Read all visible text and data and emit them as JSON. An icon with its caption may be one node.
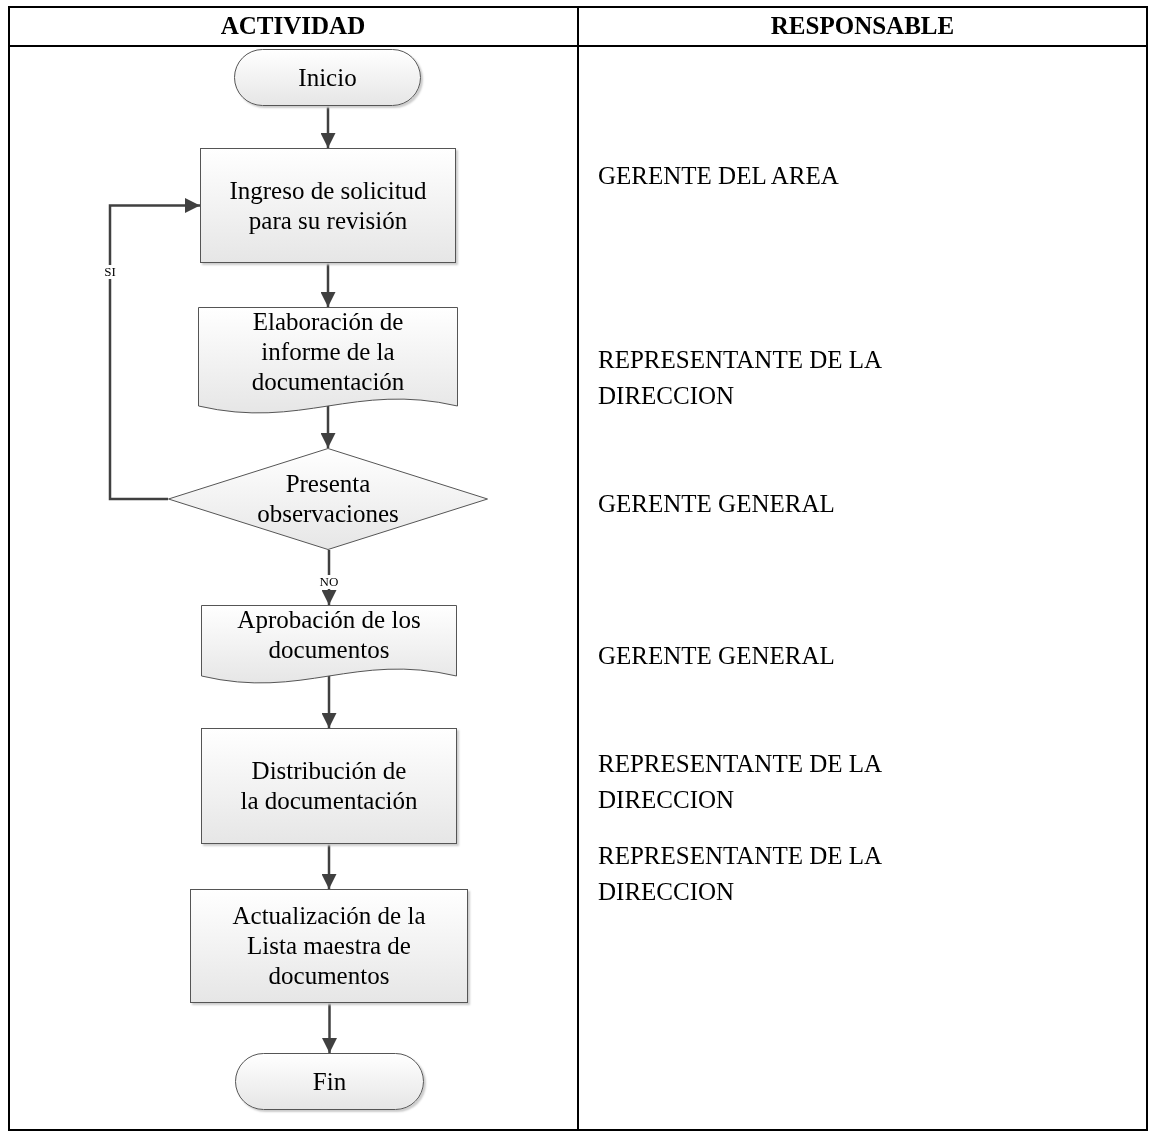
{
  "diagram": {
    "nodes": [
      {
        "text": [
          "Inicio"
        ]
      },
      {
        "text": [
          "Ingreso de solicitud para su revisión"
        ]
      },
      {
        "text": [
          "Elaboración de informe de la documentación"
        ]
      },
      {
        "text": [
          "Presenta observaciones"
        ]
      },
      {
        "text": [
          "Aprobación de los documentos"
        ]
      },
      {
        "text": [
          "Distribución de la documentación"
        ]
      },
      {
        "text": [
          "Actualización de la Lista maestra de documentos"
        ]
      },
      {
        "text": [
          "Fin"
        ]
      }
    ],
    "edges": [
      {
        "from": 0,
        "to": 1,
        "arrow": "to"
      },
      {
        "from": 1,
        "to": 2,
        "arrow": "to"
      },
      {
        "from": 2,
        "to": 3,
        "arrow": "to"
      },
      {
        "from": 3,
        "to": 1,
        "arrow": "to",
        "label": "SI"
      },
      {
        "from": 3,
        "to": 4,
        "arrow": "to",
        "label": "NO"
      },
      {
        "from": 4,
        "to": 5,
        "arrow": "to"
      },
      {
        "from": 5,
        "to": 6,
        "arrow": "to"
      },
      {
        "from": 6,
        "to": 7,
        "arrow": "to"
      }
    ],
    "labels": [
      "ACTIVIDAD",
      "RESPONSABLE",
      "GERENTE DEL AREA",
      "REPRESENTANTE DE LA DIRECCION",
      "GERENTE GENERAL",
      "GERENTE GENERAL",
      "REPRESENTANTE DE LA DIRECCION",
      "REPRESENTANTE DE LA DIRECCION"
    ]
  }
}
